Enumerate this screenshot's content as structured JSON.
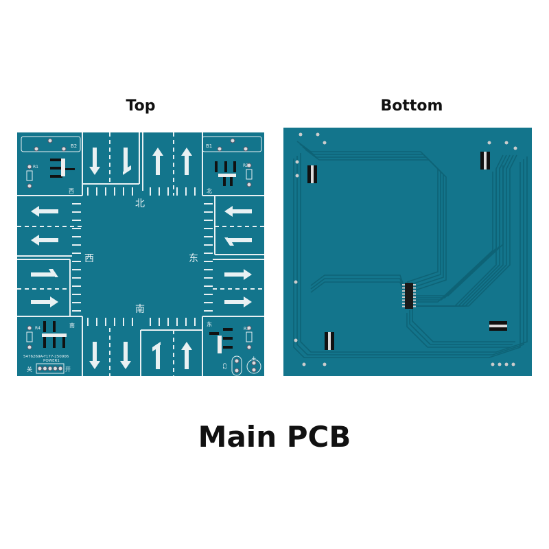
{
  "labels": {
    "top": "Top",
    "bottom": "Bottom",
    "title": "Main PCB"
  },
  "colors": {
    "board": "#13758c",
    "board_dark": "#0e6376",
    "silkscreen": "#e9f1f3",
    "trace": "#0f6a7f"
  },
  "silkscreen": {
    "b1": "B1",
    "b2": "B2",
    "r1": "R1",
    "r2": "R2",
    "r3": "R3",
    "r4": "R4",
    "north": "北",
    "south": "南",
    "east": "东",
    "west": "西",
    "c2": "C2",
    "plus": "+",
    "part_number": "5476269A-Y177-250906",
    "power": "POWER1",
    "off": "关",
    "on": "开"
  }
}
